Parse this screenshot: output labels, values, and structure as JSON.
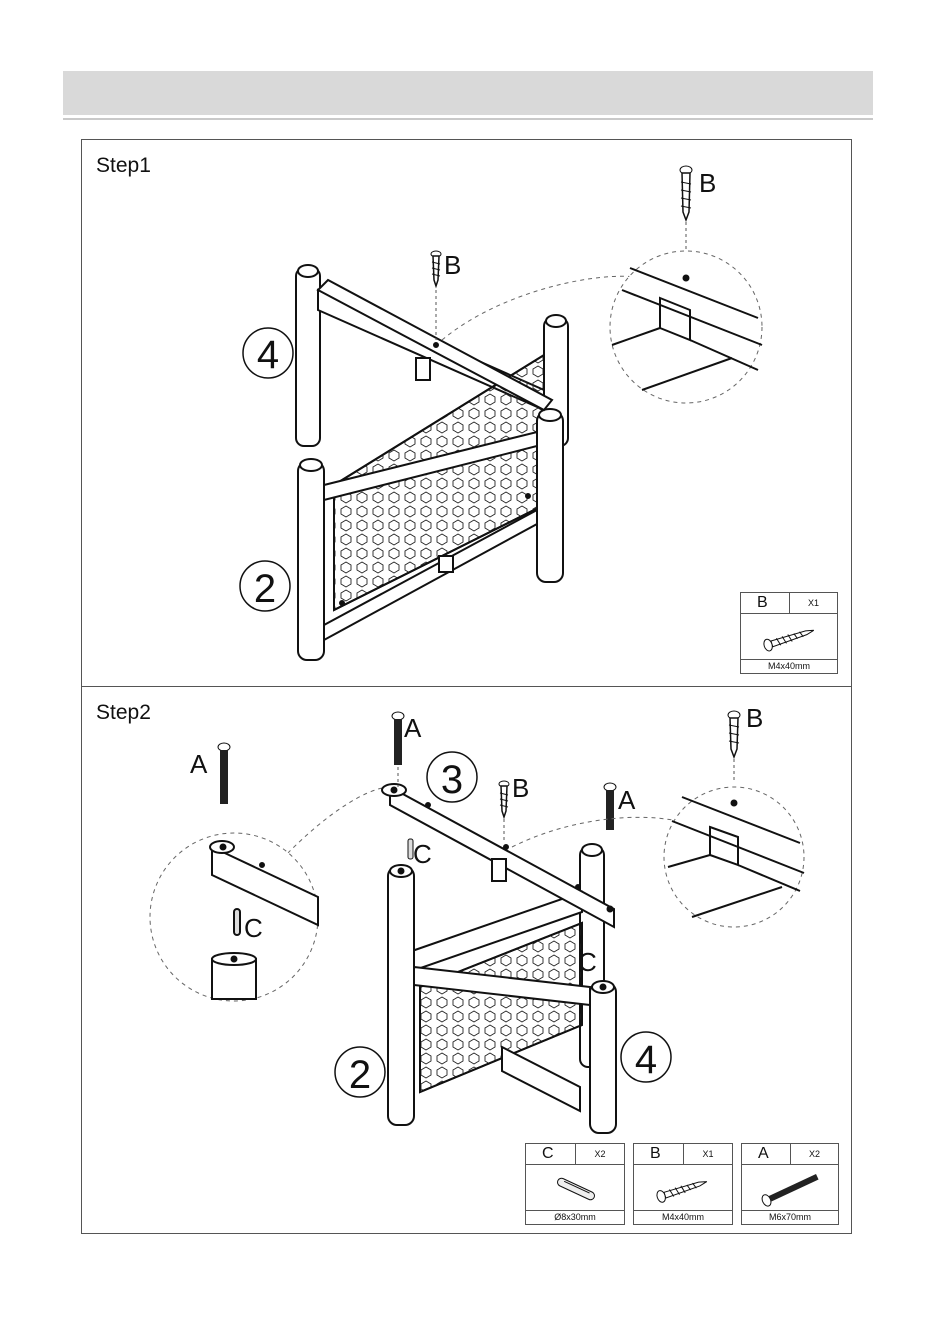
{
  "step1": {
    "title": "Step1",
    "callouts": {
      "screw_top_right": "B",
      "screw_center": "B"
    },
    "part_numbers": {
      "upper": "4",
      "lower": "2"
    },
    "parts": [
      {
        "letter": "B",
        "qty": "X1",
        "spec": "M4x40mm",
        "icon": "wood-screw-icon"
      }
    ]
  },
  "step2": {
    "title": "Step2",
    "callouts": {
      "bolt_left": "A",
      "dowel_left": "C",
      "bolt_top": "A",
      "part_three": "3",
      "screw_center": "B",
      "bolt_right": "A",
      "dowel_center": "C",
      "dowel_right": "C",
      "screw_top_right": "B"
    },
    "part_numbers": {
      "left": "2",
      "right": "4"
    },
    "parts": [
      {
        "letter": "C",
        "qty": "X2",
        "spec": "Ø8x30mm",
        "icon": "dowel-icon"
      },
      {
        "letter": "B",
        "qty": "X1",
        "spec": "M4x40mm",
        "icon": "wood-screw-icon"
      },
      {
        "letter": "A",
        "qty": "X2",
        "spec": "M6x70mm",
        "icon": "bolt-icon"
      }
    ]
  }
}
